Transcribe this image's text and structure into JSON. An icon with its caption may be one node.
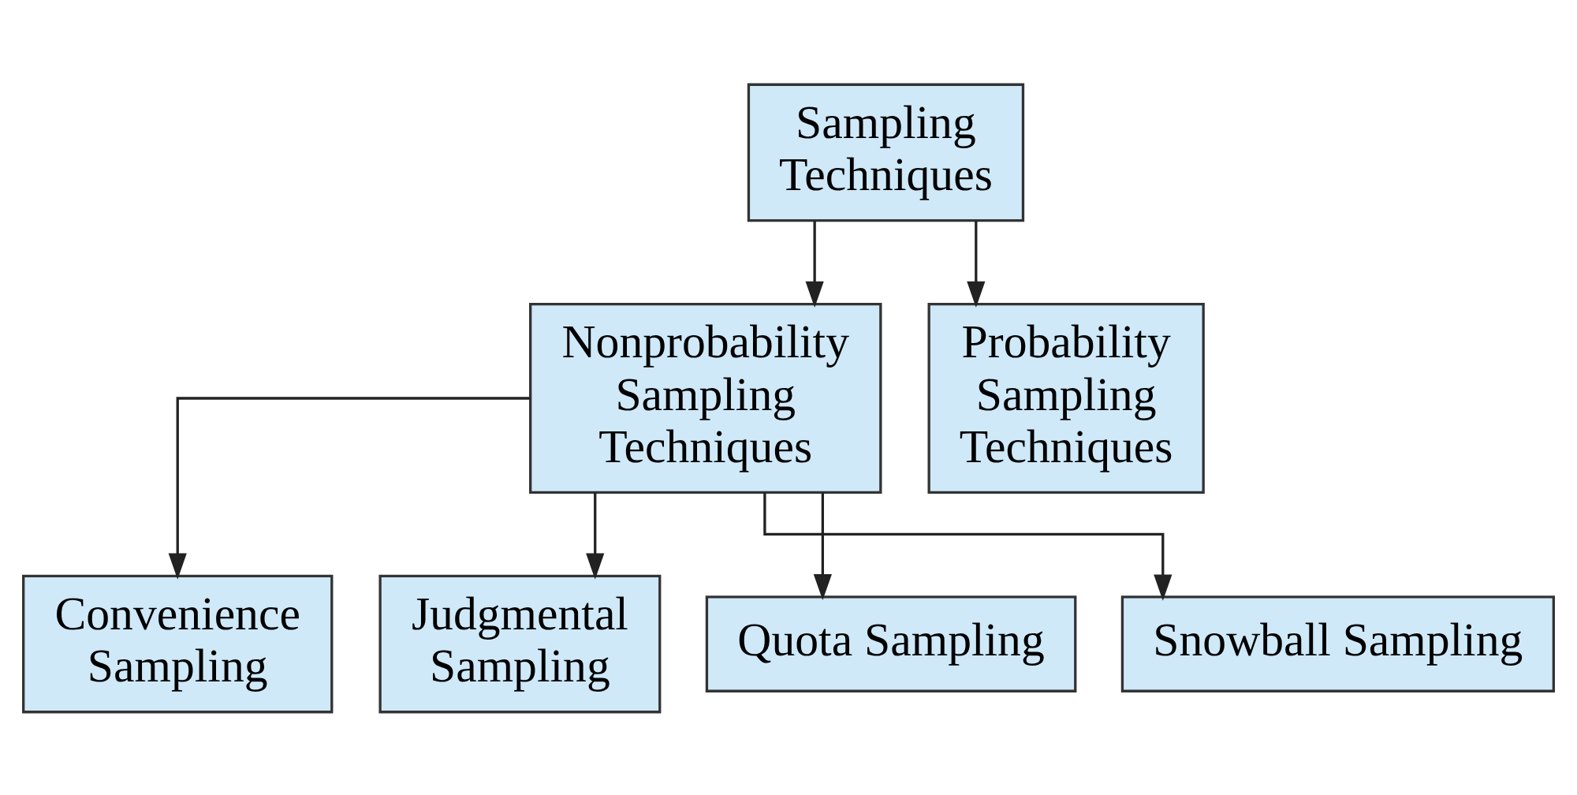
{
  "diagram": {
    "nodes": [
      {
        "text": [
          "Sampling Techniques"
        ]
      },
      {
        "text": [
          "Nonprobability Sampling Techniques"
        ]
      },
      {
        "text": [
          "Probability Sampling Techniques"
        ]
      },
      {
        "text": [
          "Convenience Sampling"
        ]
      },
      {
        "text": [
          "Judgmental Sampling"
        ]
      },
      {
        "text": [
          "Quota Sampling"
        ]
      },
      {
        "text": [
          "Snowball Sampling"
        ]
      }
    ],
    "edges": [
      {
        "from": 0,
        "to": 1,
        "arrow": "to"
      },
      {
        "from": 0,
        "to": 2,
        "arrow": "to"
      },
      {
        "from": 1,
        "to": 3,
        "arrow": "to"
      },
      {
        "from": 1,
        "to": 4,
        "arrow": "to"
      },
      {
        "from": 1,
        "to": 5,
        "arrow": "to"
      },
      {
        "from": 1,
        "to": 6,
        "arrow": "to"
      }
    ]
  }
}
